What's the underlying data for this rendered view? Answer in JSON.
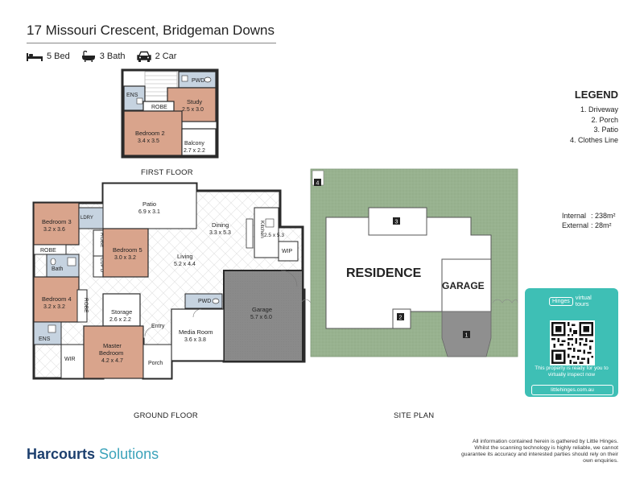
{
  "title": "17 Missouri Crescent, Bridgeman Downs",
  "features": [
    {
      "icon": "bed-icon",
      "label": "5 Bed"
    },
    {
      "icon": "bath-icon",
      "label": "3 Bath"
    },
    {
      "icon": "car-icon",
      "label": "2 Car"
    }
  ],
  "legend": {
    "title": "LEGEND",
    "items": [
      "1. Driveway",
      "2. Porch",
      "3. Patio",
      "4. Clothes Line"
    ]
  },
  "areas": [
    {
      "label": "Internal",
      "value": ": 238m²"
    },
    {
      "label": "External",
      "value": ": 28m²"
    }
  ],
  "captions": {
    "first_floor": "FIRST FLOOR",
    "ground_floor": "GROUND FLOOR",
    "site_plan": "SITE PLAN"
  },
  "rooms": {
    "ens_top": "ENS",
    "pwd_top": "PWD",
    "robe_top": "ROBE",
    "study": "Study",
    "study_dim": "2.5 x 3.0",
    "bedroom2": "Bedroom 2",
    "bedroom2_dim": "3.4 x 3.5",
    "balcony": "Balcony",
    "balcony_dim": "2.7 x 2.2",
    "patio": "Patio",
    "patio_dim": "6.9 x 3.1",
    "dining": "Dining",
    "dining_dim": "3.3 x 5.3",
    "kitchen": "Kitchen",
    "kitchen_dim": "2.5 x 5.3",
    "wip": "WIP",
    "bedroom3": "Bedroom 3",
    "bedroom3_dim": "3.2 x 3.6",
    "lndry": "LDRY",
    "robe_b3": "ROBE",
    "robe_b5": "ROBE",
    "bedroom5": "Bedroom 5",
    "bedroom5_dim": "3.0 x 3.2",
    "cupd": "CUP'D",
    "living": "Living",
    "living_dim": "5.2 x 4.4",
    "bath": "Bath",
    "bedroom4": "Bedroom 4",
    "bedroom4_dim": "3.2 x 3.2",
    "robe_b4": "ROBE",
    "storage": "Storage",
    "storage_dim": "2.6 x 2.2",
    "pwd_ground": "PWD",
    "garage": "Garage",
    "garage_dim": "5.7 x 6.0",
    "entry": "Entry",
    "ens_ground": "ENS",
    "wir": "WIR",
    "master": "Master",
    "master_line2": "Bedroom",
    "master_dim": "4.2 x 4.7",
    "media": "Media Room",
    "media_dim": "3.6 x 3.8",
    "porch": "Porch"
  },
  "site": {
    "residence": "RESIDENCE",
    "garage": "GARAGE",
    "markers": [
      "1",
      "2",
      "3",
      "4"
    ]
  },
  "tour": {
    "logo_brand": "Hinges",
    "logo_line1": "virtual",
    "logo_line2": "tours",
    "text": "This property is ready for you to virtually inspect now",
    "url": "littlehinges.com.au"
  },
  "brand": {
    "bold": "Harcourts",
    "light": "Solutions"
  },
  "disclaimer": "All information contained herein is gathered by Little Hinges. Whilst the scanning technology is highly reliable, we cannot guarantee its accuracy and interested parties should rely on their own enquiries.",
  "colors": {
    "room_fill": "#d9a48c",
    "wet_fill": "#c6d3e0",
    "garage_fill": "#8c8c8c",
    "site_green": "#98b28f",
    "tour_teal": "#3ebfb5",
    "brand_navy": "#1c3f6e"
  }
}
